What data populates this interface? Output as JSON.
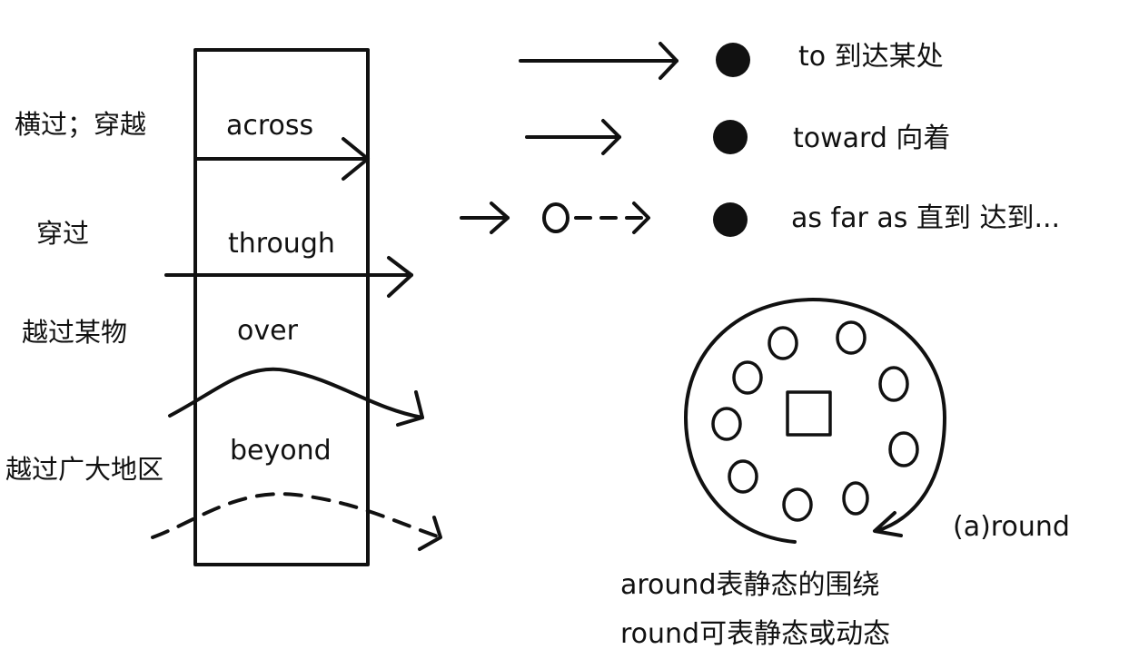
{
  "left_labels": {
    "across": "横过；穿越",
    "through": "穿过",
    "over": "越过某物",
    "beyond": "越过广大地区"
  },
  "box_words": {
    "across": "across",
    "through": "through",
    "over": "over",
    "beyond": "beyond"
  },
  "right_items": {
    "to": "to 到达某处",
    "toward": "toward 向着",
    "as_far_as": "as far as 直到  达到..."
  },
  "round_label": "(a)round",
  "bottom_notes": {
    "around": "around表静态的围绕",
    "round": "round可表静态或动态"
  },
  "colors": {
    "ink": "#111111",
    "background": "#ffffff"
  }
}
